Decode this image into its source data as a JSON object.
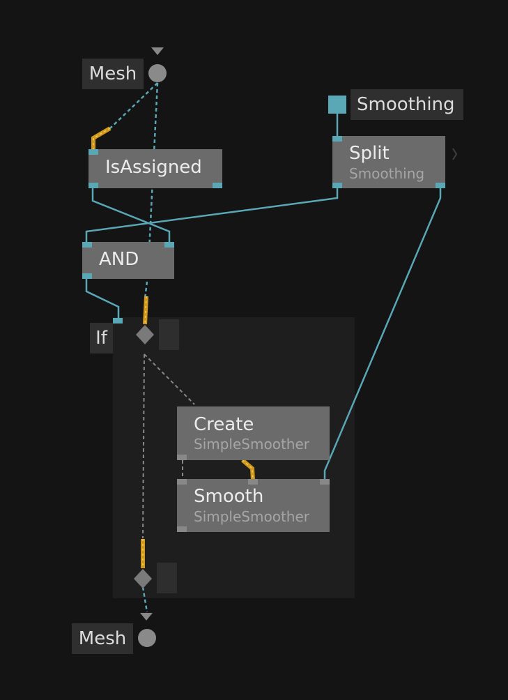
{
  "graph_input": {
    "label": "Mesh"
  },
  "graph_output": {
    "label": "Mesh"
  },
  "smoothing_input": {
    "label": "Smoothing"
  },
  "nodes": {
    "is_assigned": {
      "title": "IsAssigned"
    },
    "split": {
      "title": "Split",
      "subtitle": "Smoothing"
    },
    "and": {
      "title": "AND"
    },
    "if_block": {
      "label": "If"
    },
    "create": {
      "title": "Create",
      "subtitle": "SimpleSmoother"
    },
    "smooth": {
      "title": "Smooth",
      "subtitle": "SimpleSmoother"
    }
  },
  "colors": {
    "background": "#141414",
    "node": "#6b6b6b",
    "label_bg": "#2f2f2f",
    "wire": "#5aa7b6",
    "execution_wire": "#888888",
    "active_highlight": "#d29a1c"
  },
  "icons": {
    "split_expand": "chevron-right-icon"
  }
}
